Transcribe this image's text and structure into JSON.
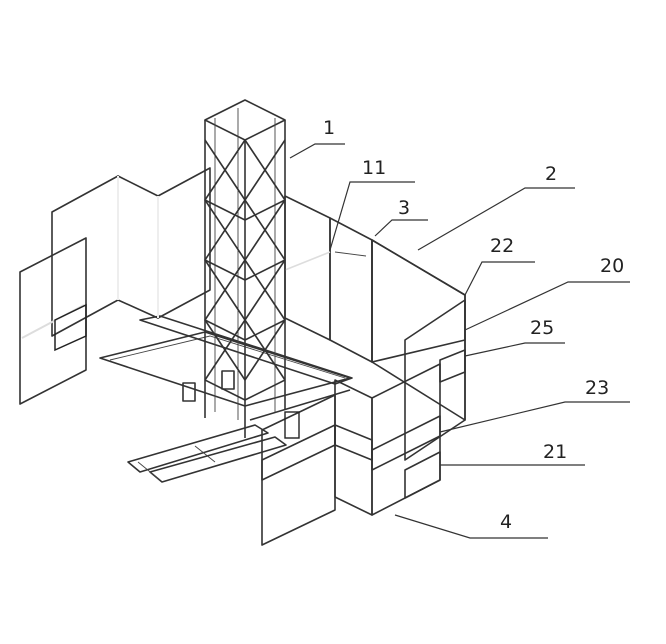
{
  "figure": {
    "labels": [
      {
        "id": "1",
        "text": "1"
      },
      {
        "id": "11",
        "text": "11"
      },
      {
        "id": "3",
        "text": "3"
      },
      {
        "id": "2",
        "text": "2"
      },
      {
        "id": "22",
        "text": "22"
      },
      {
        "id": "20",
        "text": "20"
      },
      {
        "id": "25",
        "text": "25"
      },
      {
        "id": "23",
        "text": "23"
      },
      {
        "id": "21",
        "text": "21"
      },
      {
        "id": "4",
        "text": "4"
      }
    ]
  }
}
